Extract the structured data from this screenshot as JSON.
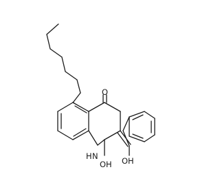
{
  "molecule": {
    "labels": {
      "oxygen_ketone": "O",
      "nh": "N",
      "nh_h": "H",
      "oxygen_lactam": "O",
      "lactam_h": "H",
      "hydroxyl_o": "O",
      "hydroxyl_h": "H"
    }
  }
}
